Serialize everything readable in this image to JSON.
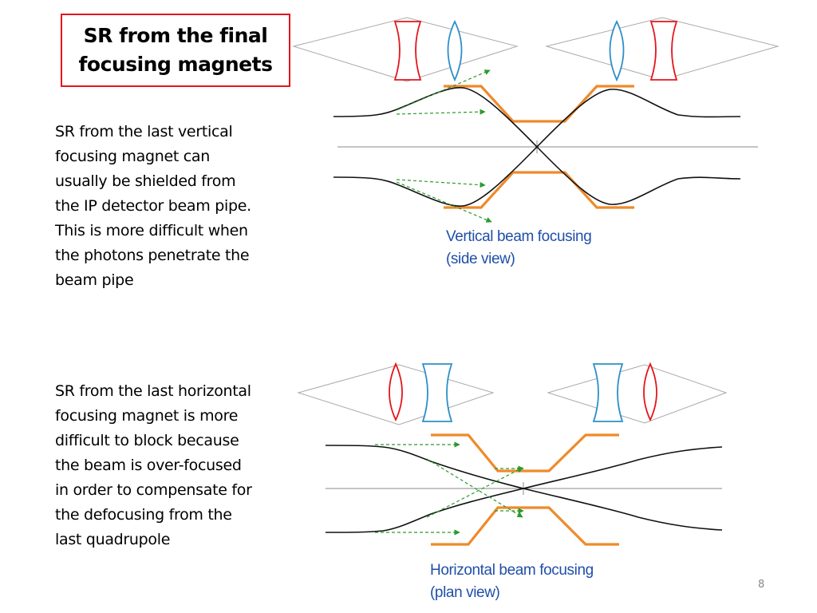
{
  "slide": {
    "title": "SR from the final\nfocusing magnets",
    "paragraphs": {
      "vertical": "SR from the last vertical\nfocusing magnet can\nusually be shielded from\nthe IP detector beam pipe.\nThis is more difficult when\nthe photons penetrate the\nbeam pipe",
      "horizontal": "SR from the last horizontal\nfocusing magnet is more\ndifficult to block because\nthe beam is over-focused\nin order to compensate  for\nthe defocusing  from the\nlast quadrupole"
    },
    "captions": {
      "vertical": "Vertical beam focusing\n(side view)",
      "horizontal": "Horizontal beam focusing\n(plan view)"
    },
    "page_number": "8"
  },
  "colors": {
    "title_border": "#e4151c",
    "caption_text": "#1f4fa8",
    "focusing_lens": "#e4151c",
    "defocusing_lens": "#2e8fc7",
    "beam_pipe": "#ee8a2a",
    "beam_envelope": "#111111",
    "photon_ray": "#2a9a2a",
    "axis_line": "#888888",
    "lens_outline": "#aaaaaa"
  },
  "diagrams": {
    "vertical_focusing": {
      "view": "side view",
      "lens_order": [
        "focusing",
        "defocusing",
        "defocusing",
        "focusing"
      ],
      "beam_envelope": "converging to IP crossover",
      "photon_rays": 4,
      "pipe_walls": 2
    },
    "horizontal_focusing": {
      "view": "plan view",
      "lens_order": [
        "focusing",
        "defocusing",
        "defocusing",
        "focusing"
      ],
      "beam_envelope": "over-focused crossover",
      "photon_rays": 6,
      "pipe_walls": 2
    }
  }
}
